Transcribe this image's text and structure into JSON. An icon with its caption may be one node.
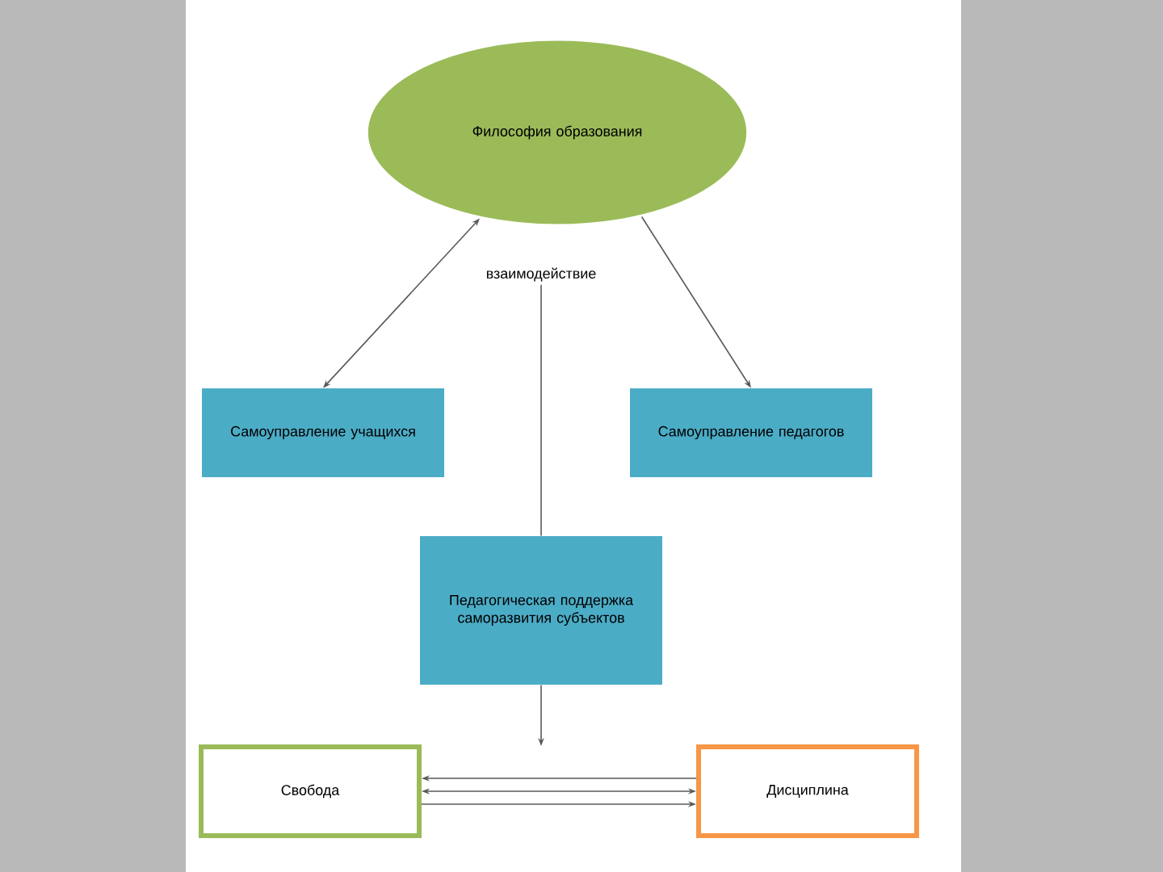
{
  "diagram": {
    "nodes": [
      {
        "text": [
          "Философия образования"
        ]
      },
      {
        "text": [
          "взаимодействие"
        ]
      },
      {
        "text": [
          "Самоуправление учащихся"
        ]
      },
      {
        "text": [
          "Самоуправление педагогов"
        ]
      },
      {
        "text": [
          "Педагогическая поддержка саморазвития субъектов"
        ]
      },
      {
        "text": [
          "Свобода"
        ]
      },
      {
        "text": [
          "Дисциплина"
        ]
      }
    ],
    "edges": [
      {
        "from": 0,
        "to": 2,
        "arrow": "both"
      },
      {
        "from": 0,
        "to": 3,
        "arrow": "to"
      },
      {
        "from": 1,
        "to": 4,
        "arrow": "none"
      },
      {
        "from": 4,
        "to": null,
        "arrow": "to"
      },
      {
        "from": 5,
        "to": 6,
        "arrow": "to"
      },
      {
        "from": 5,
        "to": 6,
        "arrow": "both"
      },
      {
        "from": 6,
        "to": 5,
        "arrow": "to"
      }
    ]
  }
}
